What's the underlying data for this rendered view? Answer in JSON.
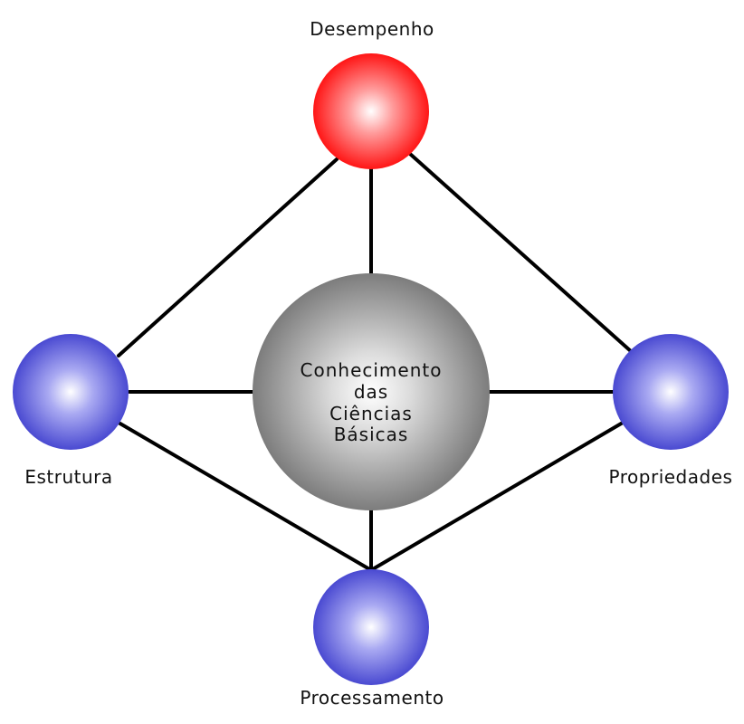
{
  "diagram": {
    "nodes": {
      "top": {
        "label": "Desempenho",
        "color": "#ff0000"
      },
      "left": {
        "label": "Estrutura",
        "color": "#3a3acc"
      },
      "right": {
        "label": "Propriedades",
        "color": "#3a3acc"
      },
      "bottom": {
        "label": "Processamento",
        "color": "#3a3acc"
      }
    },
    "center": {
      "lines": [
        "Conhecimento",
        "das",
        "Ciências",
        "Básicas"
      ],
      "color": "#808080"
    }
  }
}
